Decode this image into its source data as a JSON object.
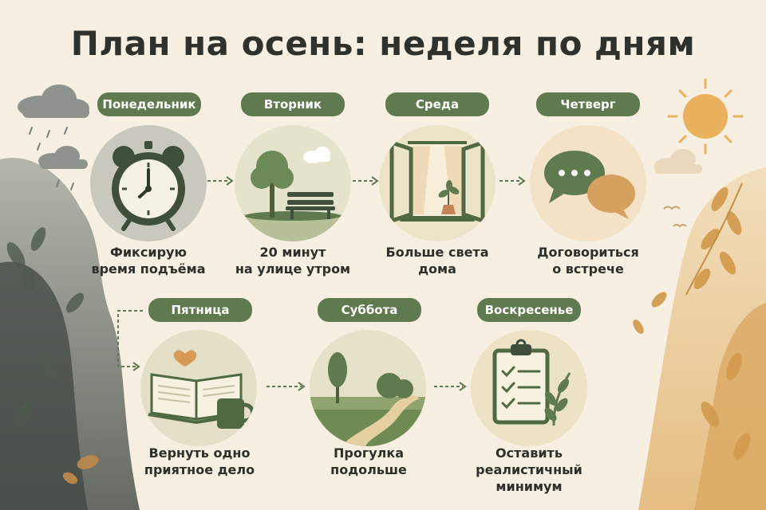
{
  "title": "План на осень: неделя по дням",
  "days": [
    {
      "name": "Понедельник",
      "line1": "Фиксирую",
      "line2": "время подъёма",
      "icon": "alarm-clock-icon"
    },
    {
      "name": "Вторник",
      "line1": "20 минут",
      "line2": "на улице утром",
      "icon": "park-bench-icon"
    },
    {
      "name": "Среда",
      "line1": "Больше света",
      "line2": "дома",
      "icon": "open-window-icon"
    },
    {
      "name": "Четверг",
      "line1": "Договориться",
      "line2": "о встрече",
      "icon": "chat-bubbles-icon"
    },
    {
      "name": "Пятница",
      "line1": "Вернуть одно",
      "line2": "приятное дело",
      "icon": "book-and-mug-icon"
    },
    {
      "name": "Суббота",
      "line1": "Прогулка",
      "line2": "подольше",
      "icon": "walking-path-icon"
    },
    {
      "name": "Воскресенье",
      "line1": "Оставить",
      "line2": "реалистичный минимум",
      "icon": "checklist-clipboard-icon"
    }
  ],
  "colors": {
    "accent": "#5f7a4e",
    "background": "#f6efe2",
    "autumn": "#d9a55a",
    "gloom": "#6f746e"
  }
}
